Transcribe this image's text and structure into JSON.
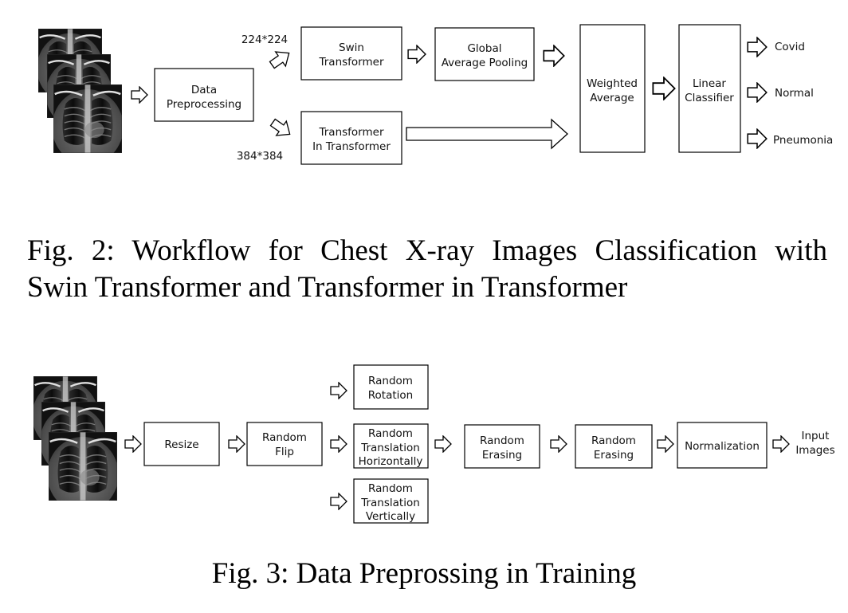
{
  "figure2": {
    "input_images": [
      "chest-xray",
      "chest-xray",
      "chest-xray"
    ],
    "size_swin": "224*224",
    "size_tnt": "384*384",
    "nodes": {
      "data_preprocessing": [
        "Data",
        "Preprocessing"
      ],
      "swin_transformer": [
        "Swin",
        "Transformer"
      ],
      "global_average_pooling": [
        "Global",
        "Average Pooling"
      ],
      "transformer_in_transformer": [
        "Transformer",
        "In Transformer"
      ],
      "weighted_average": [
        "Weighted",
        "Average"
      ],
      "linear_classifier": [
        "Linear",
        "Classifier"
      ]
    },
    "outputs": [
      "Covid",
      "Normal",
      "Pneumonia"
    ],
    "caption_line1": "Fig. 2: Workflow for Chest X-ray Images Classification with",
    "caption_line2": "Swin Transformer and Transformer in Transformer"
  },
  "figure3": {
    "input_images": [
      "chest-xray",
      "chest-xray",
      "chest-xray"
    ],
    "nodes": {
      "resize": [
        "Resize"
      ],
      "random_flip": [
        "Random",
        "Flip"
      ],
      "random_rotation": [
        "Random",
        "Rotation"
      ],
      "random_translation_horizontally": [
        "Random",
        "Translation",
        "Horizontally"
      ],
      "random_translation_vertically": [
        "Random",
        "Translation",
        "Vertically"
      ],
      "random_erasing_1": [
        "Random",
        "Erasing"
      ],
      "random_erasing_2": [
        "Random",
        "Erasing"
      ],
      "normalization": [
        "Normalization"
      ]
    },
    "output": [
      "Input",
      "Images"
    ],
    "caption": "Fig. 3: Data Preprossing in Training"
  },
  "colors": {
    "stroke": "#000000",
    "xray_dark": "#0f0f0f",
    "xray_bright": "#d9d9d9"
  }
}
